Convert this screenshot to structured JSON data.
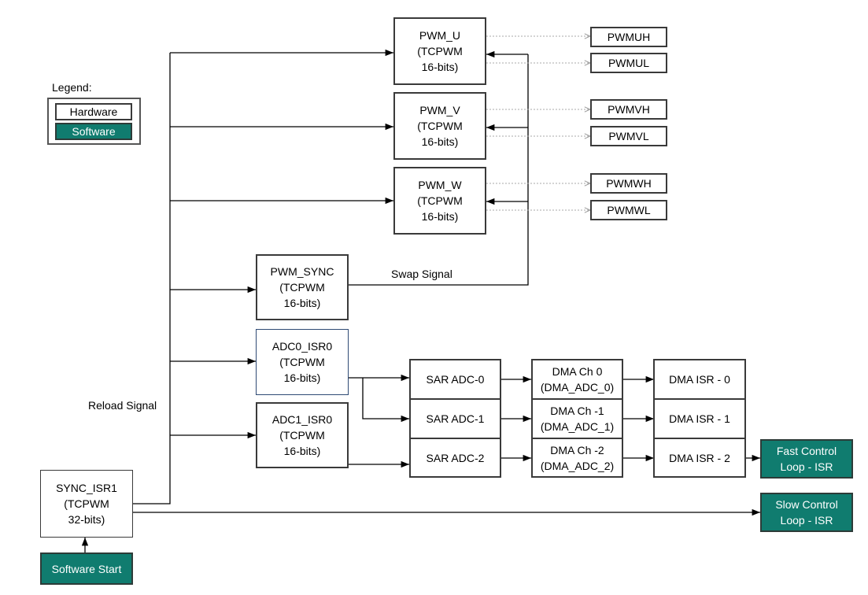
{
  "legend": {
    "title": "Legend:",
    "hardware": "Hardware",
    "software": "Software",
    "software_color": "#107c6f"
  },
  "blocks": {
    "pwm_u": "PWM_U\n(TCPWM\n16-bits)",
    "pwm_v": "PWM_V\n(TCPWM\n16-bits)",
    "pwm_w": "PWM_W\n(TCPWM\n16-bits)",
    "pwm_sync": "PWM_SYNC\n(TCPWM\n16-bits)",
    "adc0_isr0": "ADC0_ISR0\n(TCPWM\n16-bits)",
    "adc1_isr0": "ADC1_ISR0\n(TCPWM\n16-bits)",
    "sync_isr1": "SYNC_ISR1\n(TCPWM\n32-bits)",
    "software_start": "Software Start",
    "pwmuh": "PWMUH",
    "pwmul": "PWMUL",
    "pwmvh": "PWMVH",
    "pwmvl": "PWMVL",
    "pwmwh": "PWMWH",
    "pwmwl": "PWMWL",
    "sar_adc_0": "SAR ADC-0",
    "sar_adc_1": "SAR ADC-1",
    "sar_adc_2": "SAR ADC-2",
    "dma_ch_0": "DMA Ch 0\n(DMA_ADC_0)",
    "dma_ch_1": "DMA Ch -1\n(DMA_ADC_1)",
    "dma_ch_2": "DMA Ch -2\n(DMA_ADC_2)",
    "dma_isr_0": "DMA ISR - 0",
    "dma_isr_1": "DMA ISR - 1",
    "dma_isr_2": "DMA ISR - 2",
    "fast_control_loop": "Fast Control\nLoop - ISR",
    "slow_control_loop": "Slow Control\nLoop - ISR"
  },
  "labels": {
    "swap_signal": "Swap Signal",
    "reload_signal": "Reload Signal"
  }
}
